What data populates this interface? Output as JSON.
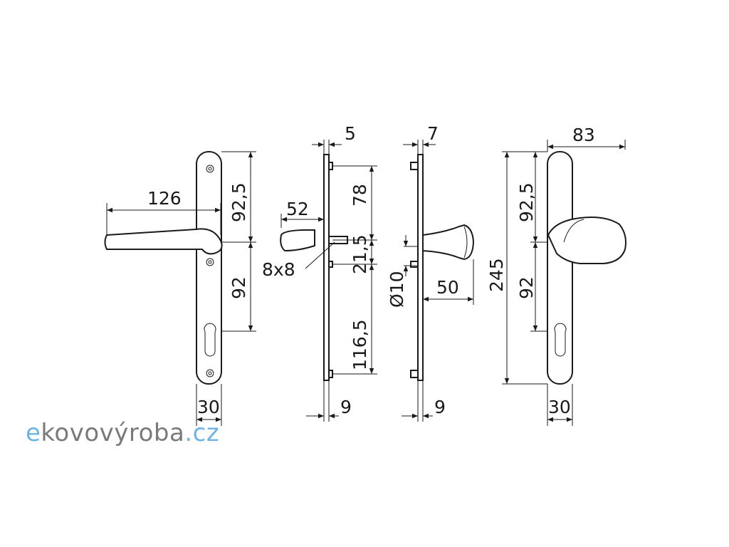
{
  "diagram": {
    "view1": {
      "width": "126",
      "upper": "92,5",
      "lower": "92",
      "plate_width": "30"
    },
    "view2": {
      "offset": "5",
      "handle_depth": "52",
      "spindle": "8x8",
      "plate_thickness": "9",
      "h1": "78",
      "h2": "21,5",
      "h3": "116,5"
    },
    "view3": {
      "offset": "7",
      "hole": "Ø10",
      "knob_depth": "50",
      "plate_thickness": "9"
    },
    "view4": {
      "width": "83",
      "upper": "92,5",
      "lower": "92",
      "total": "245",
      "plate_width": "30"
    }
  },
  "logo": {
    "part1": "e",
    "part2": "kovovýroba",
    "part3": ".cz"
  },
  "colors": {
    "line": "#1a1a1a",
    "logo_blue": "#6cb4e4",
    "logo_gray": "#7a7a7a"
  }
}
